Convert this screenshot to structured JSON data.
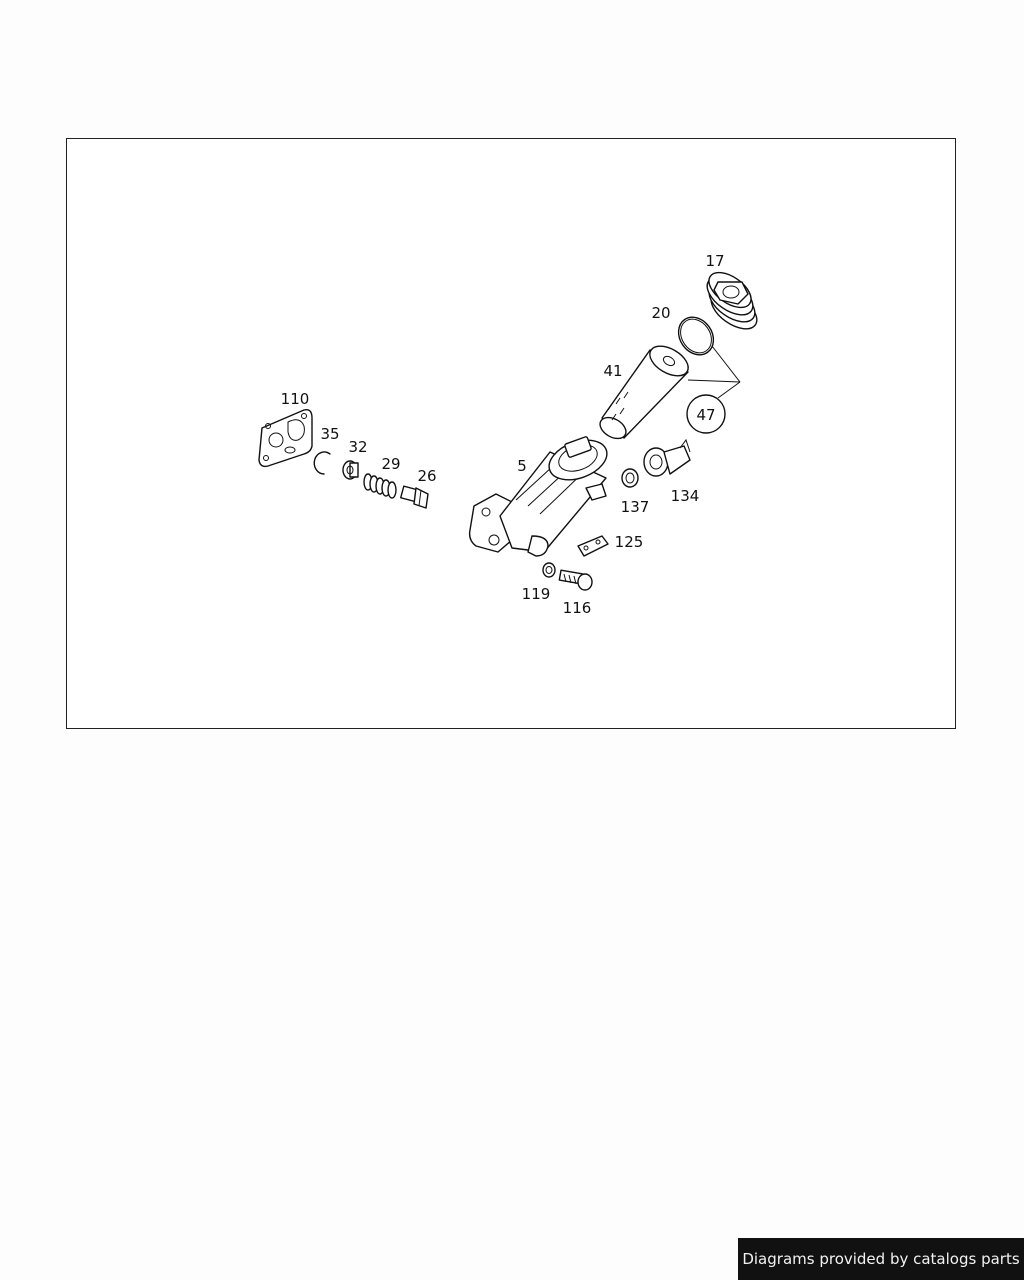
{
  "diagram": {
    "callouts": [
      {
        "id": "17",
        "label": "17"
      },
      {
        "id": "20",
        "label": "20"
      },
      {
        "id": "41",
        "label": "41"
      },
      {
        "id": "47",
        "label": "47"
      },
      {
        "id": "110",
        "label": "110"
      },
      {
        "id": "35",
        "label": "35"
      },
      {
        "id": "32",
        "label": "32"
      },
      {
        "id": "29",
        "label": "29"
      },
      {
        "id": "26",
        "label": "26"
      },
      {
        "id": "5",
        "label": "5"
      },
      {
        "id": "137",
        "label": "137"
      },
      {
        "id": "134",
        "label": "134"
      },
      {
        "id": "125",
        "label": "125"
      },
      {
        "id": "119",
        "label": "119"
      },
      {
        "id": "116",
        "label": "116"
      }
    ]
  },
  "footer": {
    "credit": "Diagrams provided by catalogs parts"
  }
}
